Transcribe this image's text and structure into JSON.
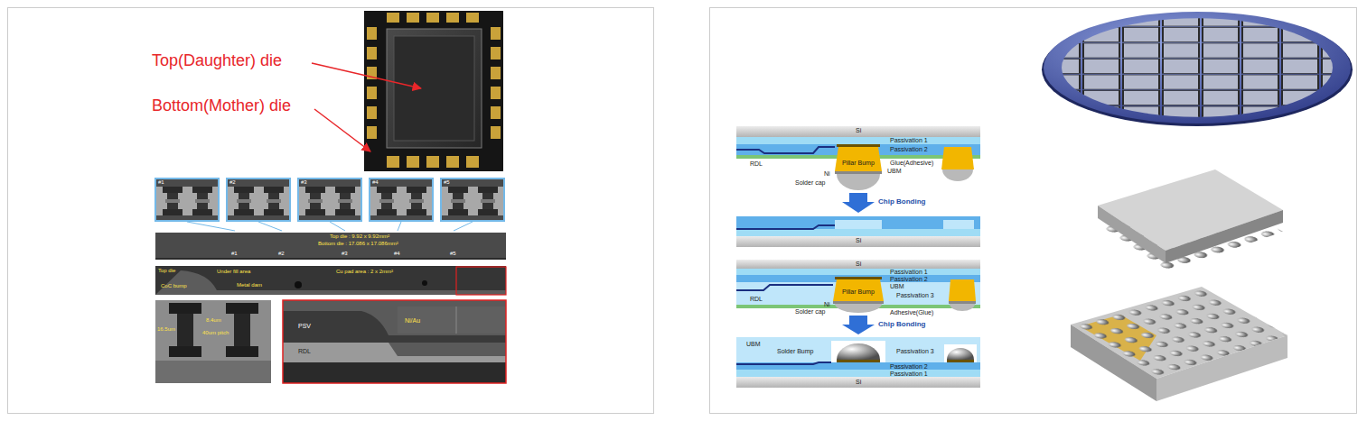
{
  "diagram": {
    "labels": [
      "Top(Daughter) die",
      "Bottom(Mother) die",
      "#1",
      "#2",
      "#3",
      "#4",
      "#5",
      "#1",
      "#2",
      "#3",
      "#4",
      "#5",
      "Top die : 9.92 x 9.92mm²",
      "Bottom die : 17.086 x 17.086mm²",
      "Top die",
      "CoC bump",
      "Under fill area",
      "Metal dam",
      "Cu pad area : 2 x 2mm²",
      "16.5um",
      "8.4um",
      "40um pitch",
      "PSV",
      "RDL",
      "Ni/Au",
      "Si",
      "Passivation 1",
      "Passivation 2",
      "Glue(Adhesive)",
      "RDL",
      "UBM",
      "Pillar Bump",
      "Ni",
      "Solder cap",
      "Chip Bonding",
      "Si",
      "Si",
      "Passivation 1",
      "Passivation 2",
      "Passivation 3",
      "UBM",
      "Adhesive(Glue)",
      "RDL",
      "Solder cap",
      "Ni",
      "Pillar Bump",
      "Chip Bonding",
      "UBM",
      "Solder Bump",
      "Passivation 3",
      "Passivation 2",
      "Passivation 1",
      "Si"
    ]
  }
}
